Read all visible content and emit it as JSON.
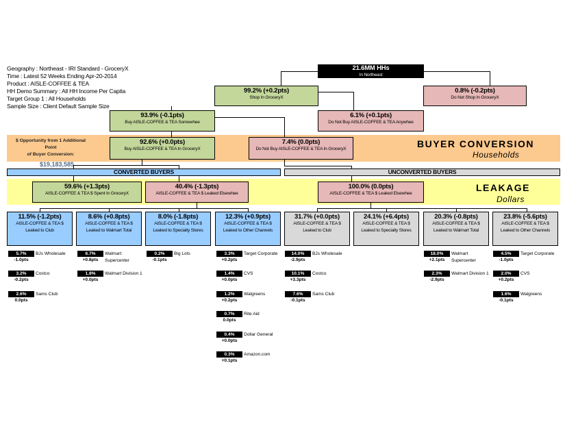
{
  "info": [
    "Geography : Northeast - IRI Standard - GroceryX",
    "Time : Latest 52 Weeks Ending Apr-20-2014",
    "Product : AISLE-COFFEE & TEA",
    "HH Demo Summary : All HH Income Per Capita",
    "Target Group 1 : All Households",
    "Sample Size : Client Default Sample Size"
  ],
  "opportunity": {
    "label_line1": "$ Opportunity from 1 Additional Point",
    "label_line2": "of Buyer Conversion:",
    "amount": "$19,183,585"
  },
  "sections": {
    "buyer_conversion": {
      "title": "BUYER CONVERSION",
      "subtitle": "Households"
    },
    "leakage": {
      "title": "LEAKAGE",
      "subtitle": "Dollars"
    },
    "converted": "CONVERTED BUYERS",
    "unconverted": "UNCONVERTED BUYERS"
  },
  "nodes": {
    "root": {
      "value": "21.6MM HHs",
      "label": "In Northeast"
    },
    "shop": {
      "value": "99.2% (+0.2pts)",
      "label": "Shop In GroceryX"
    },
    "no_shop": {
      "value": "0.8% (-0.2pts)",
      "label": "Do Not Shop In GroceryX"
    },
    "buy_somewhere": {
      "value": "93.9% (-0.1pts)",
      "label": "Buy AISLE-COFFEE & TEA Somewhee"
    },
    "no_buy_anywhere": {
      "value": "6.1% (+0.1pts)",
      "label": "Do Not Buy AISLE-COFFEE & TEA Anywhee"
    },
    "buy_in_store": {
      "value": "92.6% (+0.0pts)",
      "label": "Buy AISLE-COFFEE & TEA In GroceryX"
    },
    "no_buy_in_store": {
      "value": "7.4% (0.0pts)",
      "label": "Do Not Buy AISLE-COFFEE & TEA In GroceryX"
    },
    "spent_in_store": {
      "value": "59.6% (+1.3pts)",
      "label": "AISLE-COFFEE & TEA $ Spent In GroceryX"
    },
    "leaked_conv": {
      "value": "40.4% (-1.3pts)",
      "label": "AISLE-COFFEE & TEA $ Leaked Elsewhee"
    },
    "leaked_unconv": {
      "value": "100.0% (0.0pts)",
      "label": "AISLE-COFFEE & TEA $ Leaked Elsewhee"
    }
  },
  "converted_channels": [
    {
      "value": "11.5% (-1.2pts)",
      "label1": "AISLE-COFFEE & TEA $",
      "label2": "Leaked to Club",
      "retailers": [
        {
          "share": "5.7%",
          "change": "-1.0pts",
          "name": "BJs Wholesale"
        },
        {
          "share": "3.2%",
          "change": "-0.2pts",
          "name": "Costco"
        },
        {
          "share": "2.6%",
          "change": "0.0pts",
          "name": "Sams Club"
        }
      ]
    },
    {
      "value": "8.6% (+0.8pts)",
      "label1": "AISLE-COFFEE & TEA $",
      "label2": "Leaked to Walmart Total",
      "retailers": [
        {
          "share": "6.7%",
          "change": "+0.8pts",
          "name": "Walmart Supercenter"
        },
        {
          "share": "1.8%",
          "change": "+0.0pts",
          "name": "Walmart Division 1"
        }
      ]
    },
    {
      "value": "8.0% (-1.8pts)",
      "label1": "AISLE-COFFEE & TEA $",
      "label2": "Leaked to Specialty Stores",
      "retailers": [
        {
          "share": "0.2%",
          "change": "-0.1pts",
          "name": "Big Lots"
        }
      ]
    },
    {
      "value": "12.3% (+0.9pts)",
      "label1": "AISLE-COFFEE & TEA $",
      "label2": "Leaked to Other Channels",
      "retailers": [
        {
          "share": "3.3%",
          "change": "+0.2pts",
          "name": "Target Corporate"
        },
        {
          "share": "1.4%",
          "change": "+0.0pts",
          "name": "CVS"
        },
        {
          "share": "1.2%",
          "change": "+0.2pts",
          "name": "Walgreens"
        },
        {
          "share": "0.7%",
          "change": "0.0pts",
          "name": "Rite Aid"
        },
        {
          "share": "0.4%",
          "change": "+0.0pts",
          "name": "Dollar General"
        },
        {
          "share": "0.3%",
          "change": "+0.1pts",
          "name": "Amazon.com"
        }
      ]
    }
  ],
  "unconverted_channels": [
    {
      "value": "31.7% (+0.0pts)",
      "label1": "AISLE-COFFEE & TEA $",
      "label2": "Leaked to Club",
      "retailers": [
        {
          "share": "14.0%",
          "change": "-2.9pts",
          "name": "BJs Wholesale"
        },
        {
          "share": "10.1%",
          "change": "+3.3pts",
          "name": "Costco"
        },
        {
          "share": "7.6%",
          "change": "-0.1pts",
          "name": "Sams Club"
        }
      ]
    },
    {
      "value": "24.1% (+6.4pts)",
      "label1": "AISLE-COFFEE & TEA $",
      "label2": "Leaked to Specialty Stores",
      "retailers": []
    },
    {
      "value": "20.3% (-0.8pts)",
      "label1": "AISLE-COFFEE & TEA $",
      "label2": "Leaked to Walmart Total",
      "retailers": [
        {
          "share": "18.0%",
          "change": "+2.1pts",
          "name": "Walmart Supercenter"
        },
        {
          "share": "2.3%",
          "change": "-2.9pts",
          "name": "Walmart Division 1"
        }
      ]
    },
    {
      "value": "23.8% (-5.6pts)",
      "label1": "AISLE-COFFEE & TEA $",
      "label2": "Leaked to Other Channels",
      "retailers": [
        {
          "share": "4.5%",
          "change": "-1.0pts",
          "name": "Target Corporate"
        },
        {
          "share": "2.0%",
          "change": "+0.2pts",
          "name": "CVS"
        },
        {
          "share": "1.6%",
          "change": "-0.1pts",
          "name": "Walgreens"
        }
      ]
    }
  ],
  "colors": {
    "positive": "#c4d79b",
    "negative": "#e6b8b7",
    "converted": "#99ccff",
    "unconverted": "#d9d9d9",
    "conversion_band": "#fcc98e",
    "leakage_band": "#ffff99"
  }
}
